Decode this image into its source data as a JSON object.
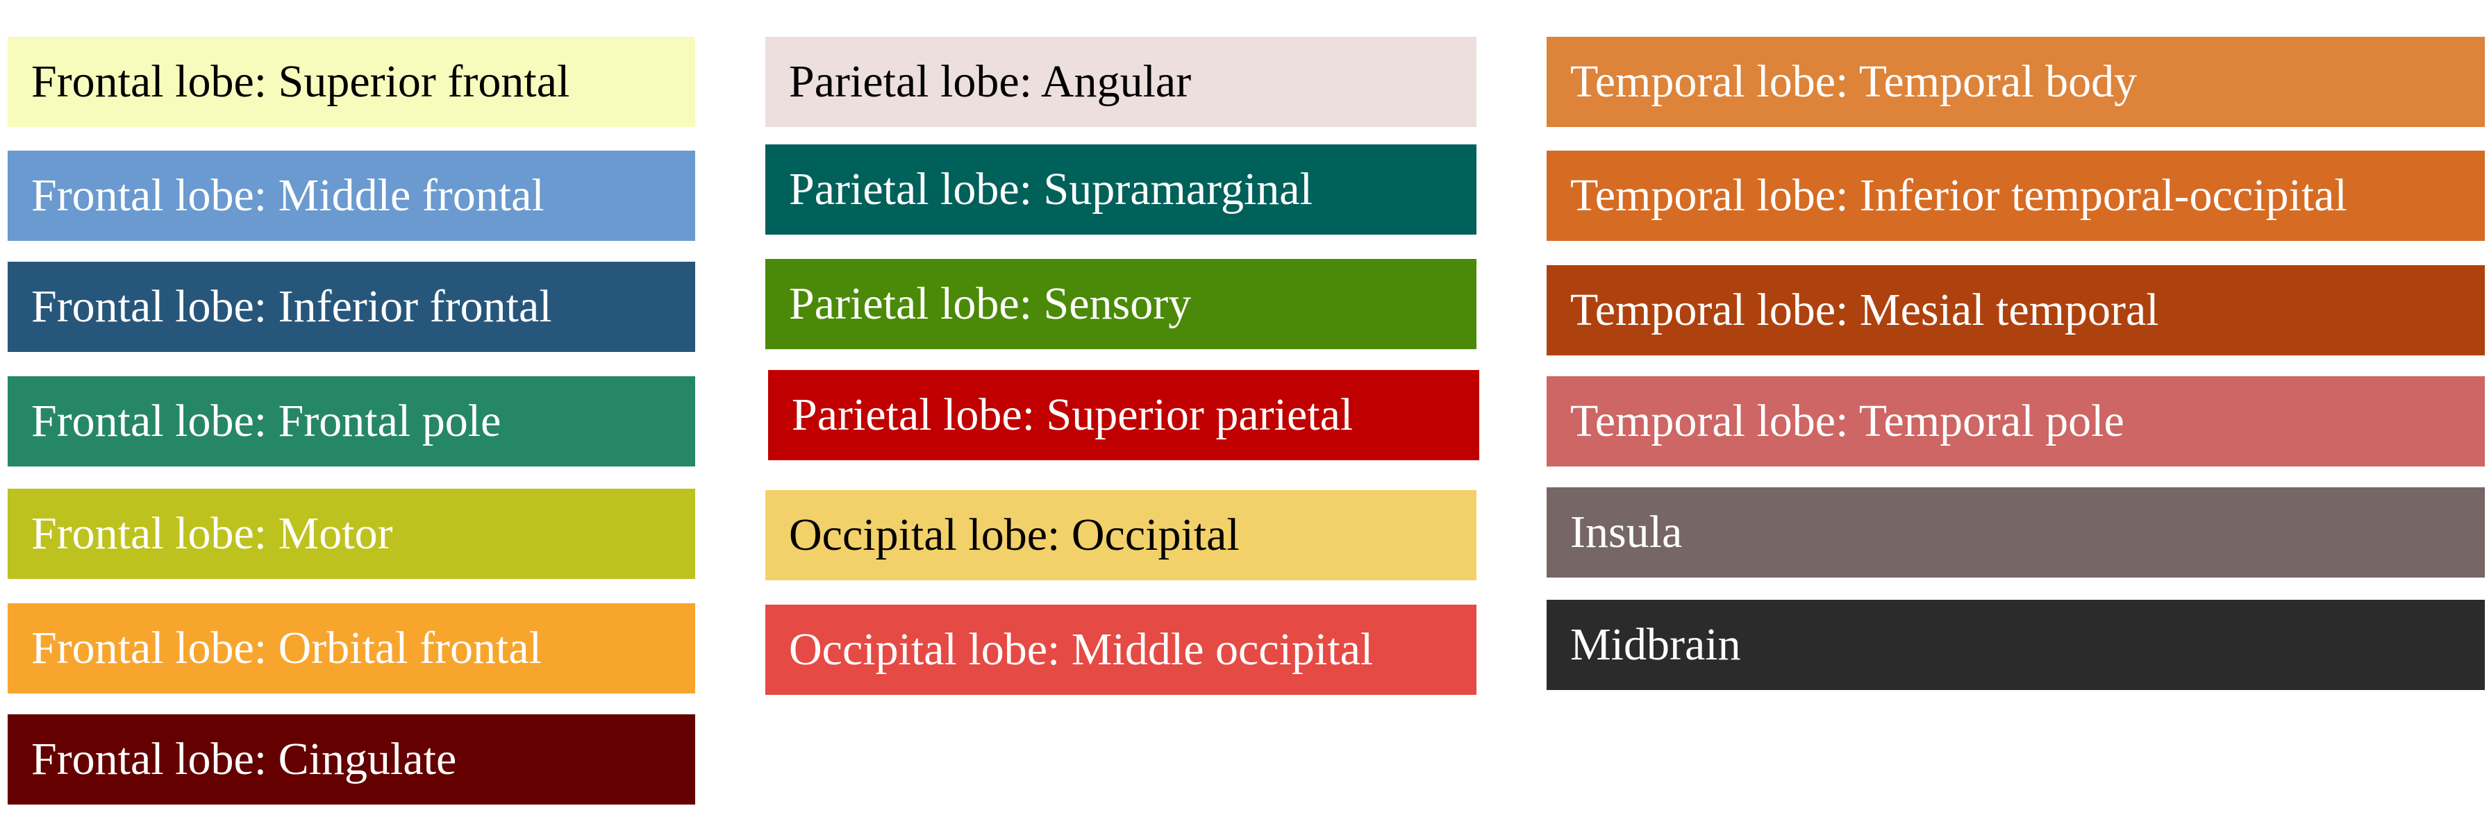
{
  "legend": {
    "columns": [
      [
        {
          "label": "Frontal lobe: Superior frontal",
          "color": "#f7fcbd",
          "text_color": "#000000"
        },
        {
          "label": "Frontal lobe: Middle frontal",
          "color": "#6a9acf",
          "text_color": "#ffffff"
        },
        {
          "label": "Frontal lobe: Inferior frontal",
          "color": "#27567b",
          "text_color": "#ffffff"
        },
        {
          "label": "Frontal lobe: Frontal pole",
          "color": "#268766",
          "text_color": "#ffffff"
        },
        {
          "label": "Frontal lobe: Motor",
          "color": "#bec21e",
          "text_color": "#ffffff"
        },
        {
          "label": "Frontal lobe: Orbital frontal",
          "color": "#f8a52e",
          "text_color": "#ffffff"
        },
        {
          "label": "Frontal lobe: Cingulate",
          "color": "#640000",
          "text_color": "#ffffff"
        }
      ],
      [
        {
          "label": "Parietal lobe: Angular",
          "color": "#ecdfde",
          "text_color": "#000000"
        },
        {
          "label": "Parietal lobe: Supramarginal",
          "color": "#00615a",
          "text_color": "#ffffff"
        },
        {
          "label": "Parietal lobe: Sensory",
          "color": "#4b8a08",
          "text_color": "#ffffff"
        },
        {
          "label": "Parietal lobe: Superior parietal",
          "color": "#c00000",
          "text_color": "#ffffff"
        },
        {
          "label": "Occipital lobe: Occipital",
          "color": "#f2d16a",
          "text_color": "#000000"
        },
        {
          "label": "Occipital lobe: Middle occipital",
          "color": "#e54a44",
          "text_color": "#ffffff"
        }
      ],
      [
        {
          "label": "Temporal lobe: Temporal body",
          "color": "#dd833a",
          "text_color": "#ffffff"
        },
        {
          "label": "Temporal lobe: Inferior temporal-occipital",
          "color": "#d66b23",
          "text_color": "#ffffff"
        },
        {
          "label": "Temporal lobe: Mesial temporal",
          "color": "#ae420e",
          "text_color": "#ffffff"
        },
        {
          "label": "Temporal lobe: Temporal pole",
          "color": "#cd6664",
          "text_color": "#ffffff"
        },
        {
          "label": "Insula",
          "color": "#766665",
          "text_color": "#ffffff"
        },
        {
          "label": "Midbrain",
          "color": "#2b2b2c",
          "text_color": "#ffffff"
        }
      ]
    ]
  }
}
